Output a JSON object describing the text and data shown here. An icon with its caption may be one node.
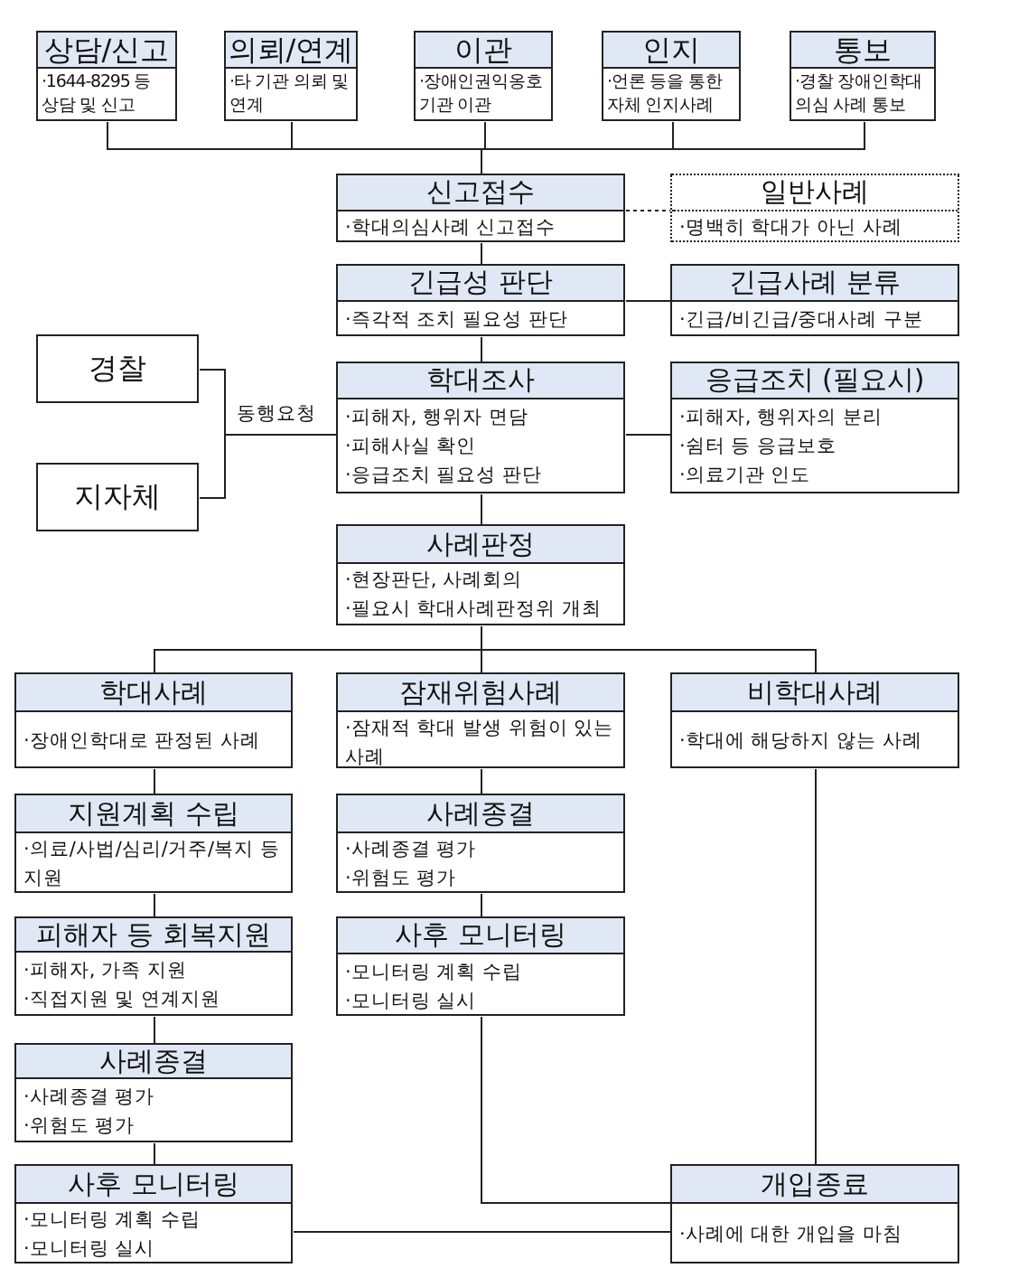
{
  "diagram": {
    "nodes": [
      {
        "text": [
          "상담/신고",
          "·1644-8295 등 상담 및 신고"
        ]
      },
      {
        "text": [
          "의뢰/연계",
          "·타 기관 의뢰 및 연계"
        ]
      },
      {
        "text": [
          "이관",
          "·장애인권익옹호 기관 이관"
        ]
      },
      {
        "text": [
          "인지",
          "·언론 등을 통한 자체 인지사례"
        ]
      },
      {
        "text": [
          "통보",
          "·경찰 장애인학대 의심 사례 통보"
        ]
      },
      {
        "text": [
          "신고접수",
          "·학대의심사례 신고접수"
        ]
      },
      {
        "text": [
          "일반사례",
          "·명백히 학대가 아닌 사례"
        ]
      },
      {
        "text": [
          "긴급성 판단",
          "·즉각적 조치 필요성 판단"
        ]
      },
      {
        "text": [
          "긴급사례 분류",
          "·긴급/비긴급/중대사례 구분"
        ]
      },
      {
        "text": [
          "경찰"
        ]
      },
      {
        "text": [
          "지자체"
        ]
      },
      {
        "text": [
          "학대조사",
          "·피해자, 행위자 면담",
          "·피해사실 확인",
          "·응급조치 필요성 판단"
        ]
      },
      {
        "text": [
          "응급조치 (필요시)",
          "·피해자, 행위자의 분리",
          "·쉼터 등 응급보호",
          "·의료기관 인도"
        ]
      },
      {
        "text": [
          "사례판정",
          "·현장판단, 사례회의",
          "·필요시 학대사례판정위 개최"
        ]
      },
      {
        "text": [
          "학대사례",
          "·장애인학대로 판정된 사례"
        ]
      },
      {
        "text": [
          "잠재위험사례",
          "·잠재적 학대 발생 위험이 있는 사례"
        ]
      },
      {
        "text": [
          "비학대사례",
          "·학대에 해당하지 않는 사례"
        ]
      },
      {
        "text": [
          "지원계획 수립",
          "·의료/사법/심리/거주/복지 등 지원"
        ]
      },
      {
        "text": [
          "사례종결",
          "·사례종결 평가",
          "·위험도 평가"
        ]
      },
      {
        "text": [
          "피해자 등 회복지원",
          "·피해자, 가족 지원",
          "·직접지원 및 연계지원"
        ]
      },
      {
        "text": [
          "사후 모니터링",
          "·모니터링 계획 수립",
          "·모니터링 실시"
        ]
      },
      {
        "text": [
          "사례종결",
          "·사례종결 평가",
          "·위험도 평가"
        ]
      },
      {
        "text": [
          "사후 모니터링",
          "·모니터링 계획 수립",
          "·모니터링 실시"
        ]
      },
      {
        "text": [
          "개입종료",
          "·사례에 대한 개입을 마침"
        ]
      }
    ],
    "edges": [
      {
        "from": 0,
        "to": 5,
        "arrow": "none"
      },
      {
        "from": 1,
        "to": 5,
        "arrow": "none"
      },
      {
        "from": 2,
        "to": 5,
        "arrow": "none"
      },
      {
        "from": 3,
        "to": 5,
        "arrow": "none"
      },
      {
        "from": 4,
        "to": 5,
        "arrow": "none"
      },
      {
        "from": 5,
        "to": 6,
        "arrow": "none",
        "style": "dashed"
      },
      {
        "from": 5,
        "to": 7,
        "arrow": "none"
      },
      {
        "from": 7,
        "to": 8,
        "arrow": "none"
      },
      {
        "from": 7,
        "to": 11,
        "arrow": "none"
      },
      {
        "from": 9,
        "to": 11,
        "arrow": "none",
        "label": "동행요청"
      },
      {
        "from": 10,
        "to": 11,
        "arrow": "none"
      },
      {
        "from": 11,
        "to": 12,
        "arrow": "none"
      },
      {
        "from": 11,
        "to": 13,
        "arrow": "none"
      },
      {
        "from": 13,
        "to": 14,
        "arrow": "none"
      },
      {
        "from": 13,
        "to": 15,
        "arrow": "none"
      },
      {
        "from": 13,
        "to": 16,
        "arrow": "none"
      },
      {
        "from": 14,
        "to": 17,
        "arrow": "none"
      },
      {
        "from": 17,
        "to": 19,
        "arrow": "none"
      },
      {
        "from": 19,
        "to": 21,
        "arrow": "none"
      },
      {
        "from": 21,
        "to": 22,
        "arrow": "none"
      },
      {
        "from": 15,
        "to": 18,
        "arrow": "none"
      },
      {
        "from": 18,
        "to": 20,
        "arrow": "none"
      },
      {
        "from": 20,
        "to": 23,
        "arrow": "none"
      },
      {
        "from": 16,
        "to": 23,
        "arrow": "none"
      },
      {
        "from": 22,
        "to": 23,
        "arrow": "none"
      }
    ]
  }
}
